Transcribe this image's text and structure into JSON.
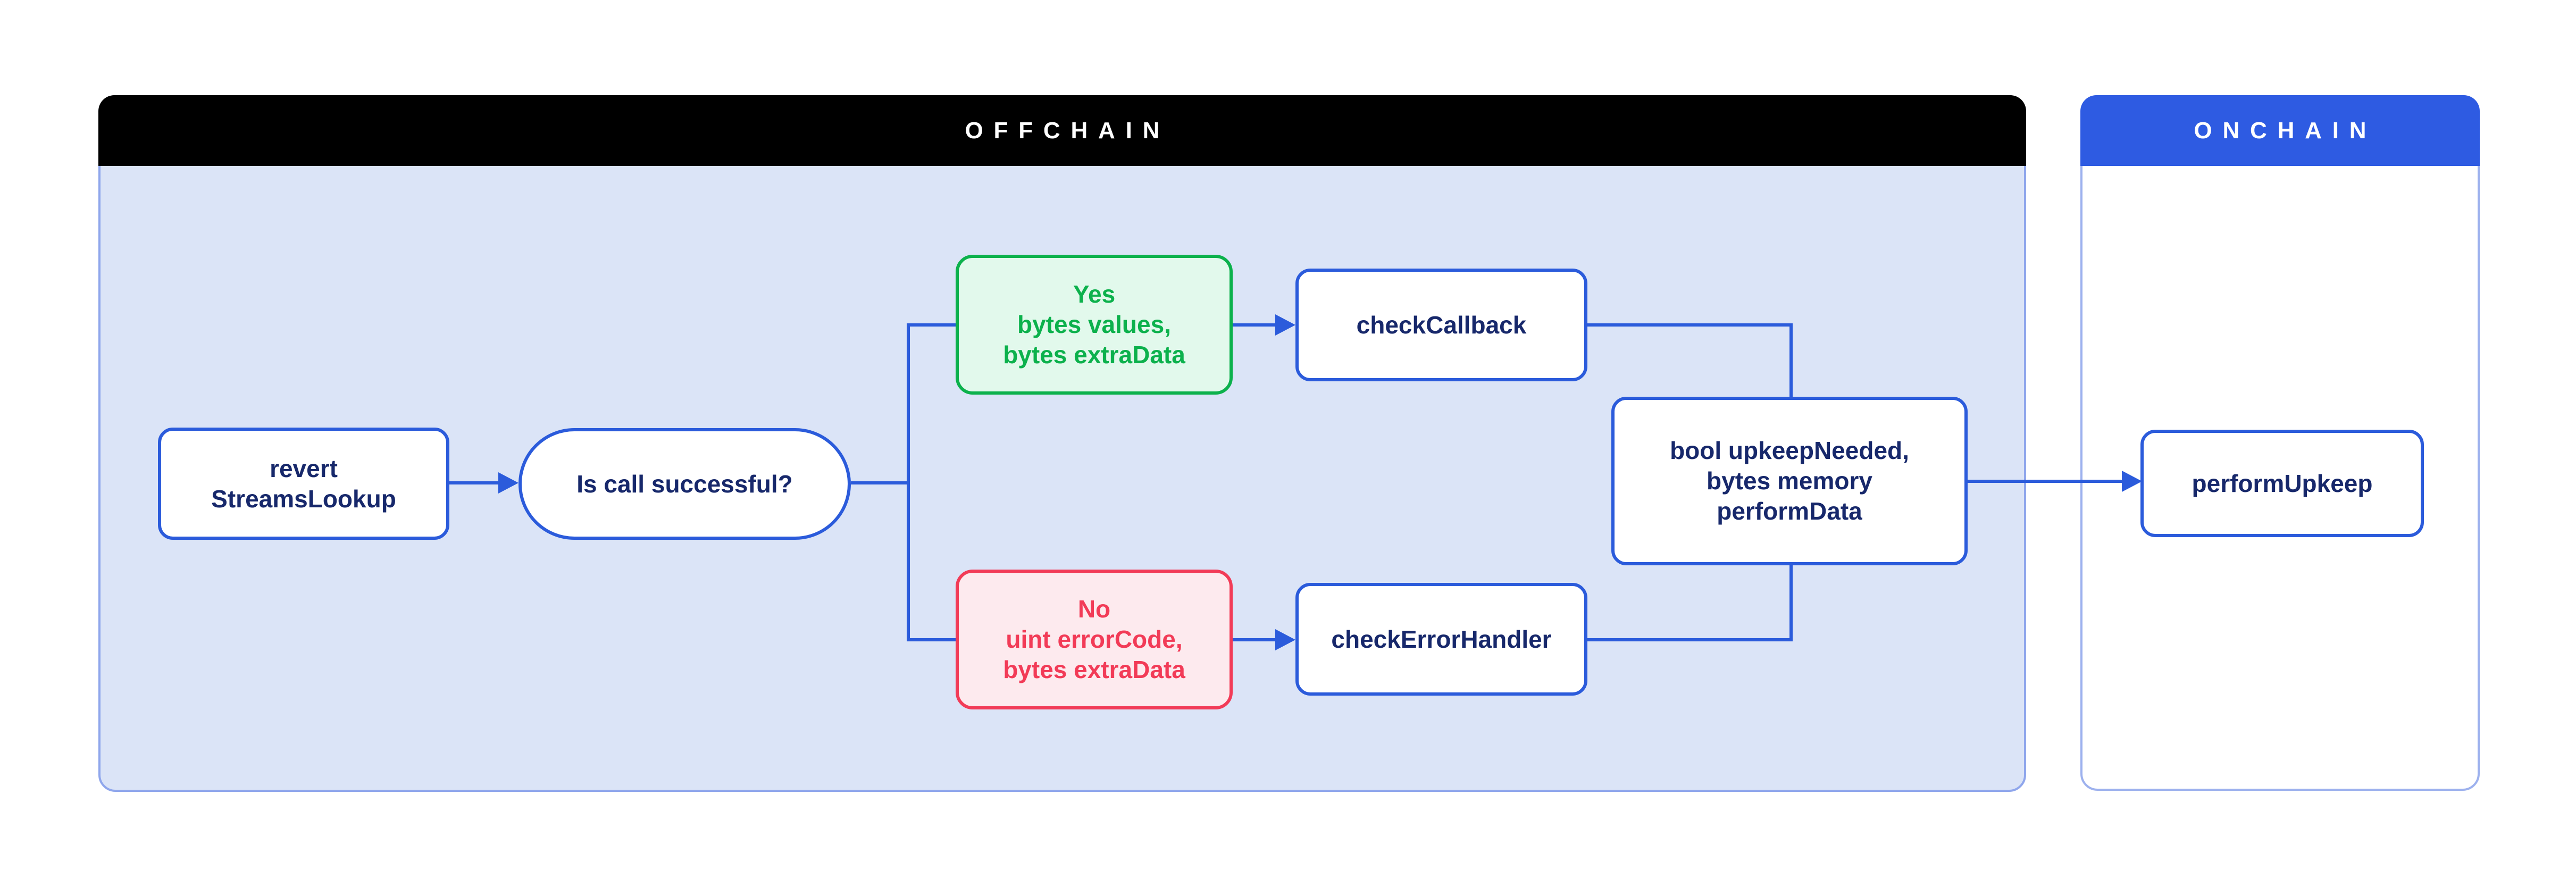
{
  "diagram": {
    "panels": {
      "offchain": {
        "title": "OFFCHAIN",
        "header_bg": "#000000",
        "header_text_color": "#ffffff",
        "body_bg": "#dbe4f7",
        "border_color": "#8fa6ec"
      },
      "onchain": {
        "title": "ONCHAIN",
        "header_bg": "#2e5be2",
        "header_text_color": "#ffffff",
        "body_bg": "#ffffff",
        "border_color": "#9db1ee"
      }
    },
    "nodes": [
      {
        "id": "revert-streamslookup",
        "shape": "rect",
        "panel": "offchain",
        "lines": [
          "revert",
          "StreamsLookup"
        ]
      },
      {
        "id": "is-call-successful",
        "shape": "stadium",
        "panel": "offchain",
        "lines": [
          "Is call successful?"
        ]
      },
      {
        "id": "yes-output",
        "shape": "rect",
        "variant": "success",
        "panel": "offchain",
        "lines": [
          "Yes",
          "bytes values,",
          "bytes extraData"
        ]
      },
      {
        "id": "no-output",
        "shape": "rect",
        "variant": "error",
        "panel": "offchain",
        "lines": [
          "No",
          "uint errorCode,",
          "bytes extraData"
        ]
      },
      {
        "id": "check-callback",
        "shape": "rect",
        "panel": "offchain",
        "lines": [
          "checkCallback"
        ]
      },
      {
        "id": "check-error-handler",
        "shape": "rect",
        "panel": "offchain",
        "lines": [
          "checkErrorHandler"
        ]
      },
      {
        "id": "upkeep-result",
        "shape": "rect",
        "panel": "offchain",
        "lines": [
          "bool upkeepNeeded,",
          "bytes memory",
          "performData"
        ]
      },
      {
        "id": "perform-upkeep",
        "shape": "rect",
        "panel": "onchain",
        "lines": [
          "performUpkeep"
        ]
      }
    ],
    "edges": [
      {
        "from": "revert-streamslookup",
        "to": "is-call-successful",
        "arrow": true
      },
      {
        "from": "is-call-successful",
        "to": "yes-output",
        "arrow": false
      },
      {
        "from": "is-call-successful",
        "to": "no-output",
        "arrow": false
      },
      {
        "from": "yes-output",
        "to": "check-callback",
        "arrow": true
      },
      {
        "from": "no-output",
        "to": "check-error-handler",
        "arrow": true
      },
      {
        "from": "check-callback",
        "to": "upkeep-result",
        "arrow": false
      },
      {
        "from": "check-error-handler",
        "to": "upkeep-result",
        "arrow": false
      },
      {
        "from": "upkeep-result",
        "to": "perform-upkeep",
        "arrow": true
      }
    ],
    "colors": {
      "line": "#2b5bdb",
      "node_border": "#2b5bdb",
      "node_text": "#17286b",
      "success": "#0cb14c",
      "success_bg": "#e2f9ec",
      "error": "#f23b57",
      "error_bg": "#fdeaee"
    }
  }
}
